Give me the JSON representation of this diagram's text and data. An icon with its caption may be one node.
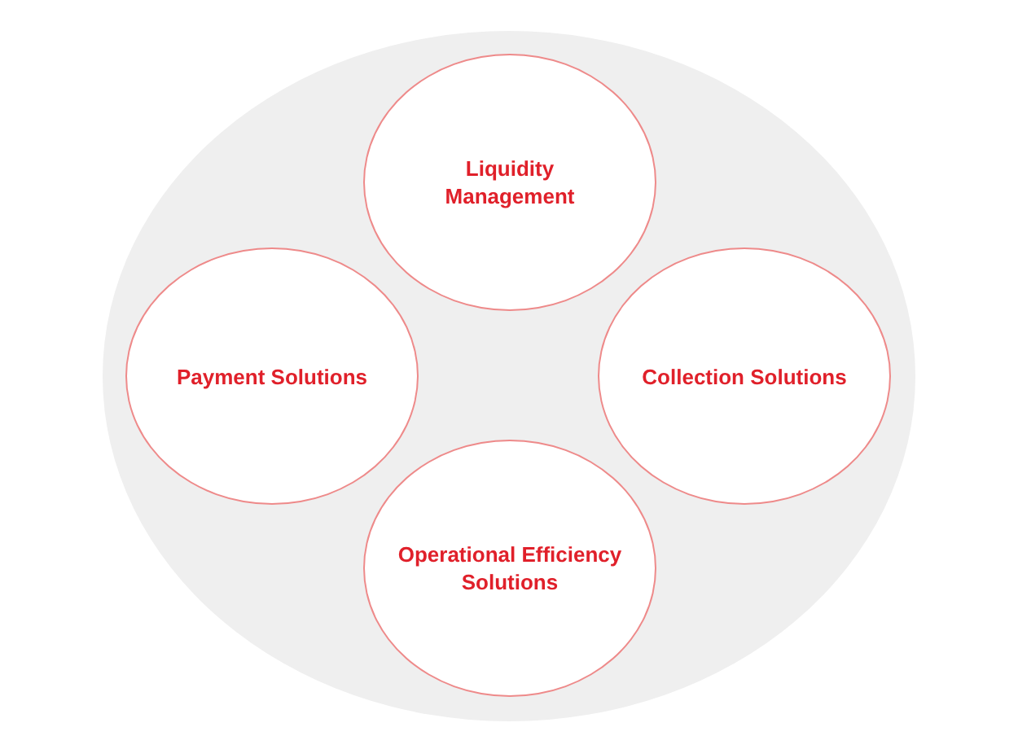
{
  "diagram": {
    "nodes": [
      {
        "text": [],
        "shape": "ellipse"
      },
      {
        "text": [
          "Liquidity Management"
        ],
        "in": 0
      },
      {
        "text": [
          "Payment Solutions"
        ],
        "in": 0
      },
      {
        "text": [
          "Collection Solutions"
        ],
        "in": 0
      },
      {
        "text": [
          "Operational Efficiency Solutions"
        ],
        "in": 0
      }
    ],
    "edges": []
  }
}
